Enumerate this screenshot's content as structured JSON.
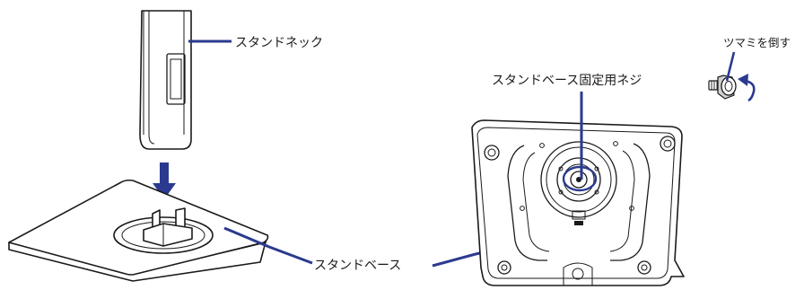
{
  "labels": {
    "stand_neck": "スタンドネック",
    "stand_base": "スタンドベース",
    "base_screw": "スタンドベース固定用ネジ",
    "tilt_knob": "ツマミを倒す"
  },
  "colors": {
    "accent": "#2b3a8f",
    "line": "#1a1a1a",
    "background": "#ffffff"
  },
  "icons": {
    "insert_arrow": "arrow-down-icon",
    "rotate_arrow": "rotate-arrow-icon",
    "thumbscrew": "thumbscrew-icon"
  }
}
